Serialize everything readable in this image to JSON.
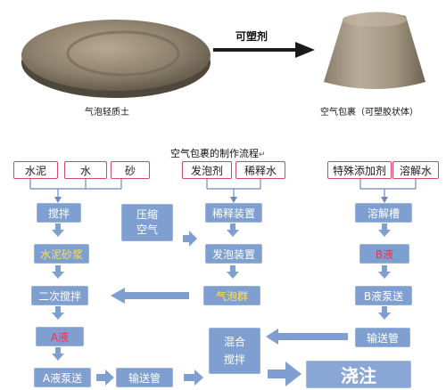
{
  "top": {
    "left_caption": "气泡轻质土",
    "right_caption": "空气包裹（可塑胶状体）",
    "arrow_label": "可塑剂"
  },
  "flow": {
    "title": "空气包裹的制作流程",
    "title_mark": "↵",
    "inputs": {
      "cement": "水泥",
      "water": "水",
      "sand": "砂",
      "foam_agent": "发泡剂",
      "dilution_water": "稀释水",
      "special_additive": "特殊添加剂",
      "dissolve_water": "溶解水"
    },
    "steps": {
      "mixing": "搅拌",
      "compressed_air": "压缩空气",
      "dilution_device": "稀释装置",
      "dissolve_tank": "溶解槽",
      "cement_mortar": "水泥砂浆",
      "foam_device": "发泡装置",
      "b_liquid": "B液",
      "secondary_mixing": "二次搅拌",
      "bubble_group": "气泡群",
      "b_pump": "B液泵送",
      "a_liquid": "A液",
      "mix_stir": "混合搅拌",
      "delivery_pipe_right": "输送管",
      "a_pump": "A液泵送",
      "delivery_pipe_left": "输送管",
      "pouring": "浇注"
    }
  },
  "colors": {
    "process_box": "#7f9fd0",
    "input_border": "#d04a64",
    "arrow": "#6c88c4",
    "highlight_yellow": "#ffe34d",
    "highlight_red": "#ff2b4a"
  }
}
